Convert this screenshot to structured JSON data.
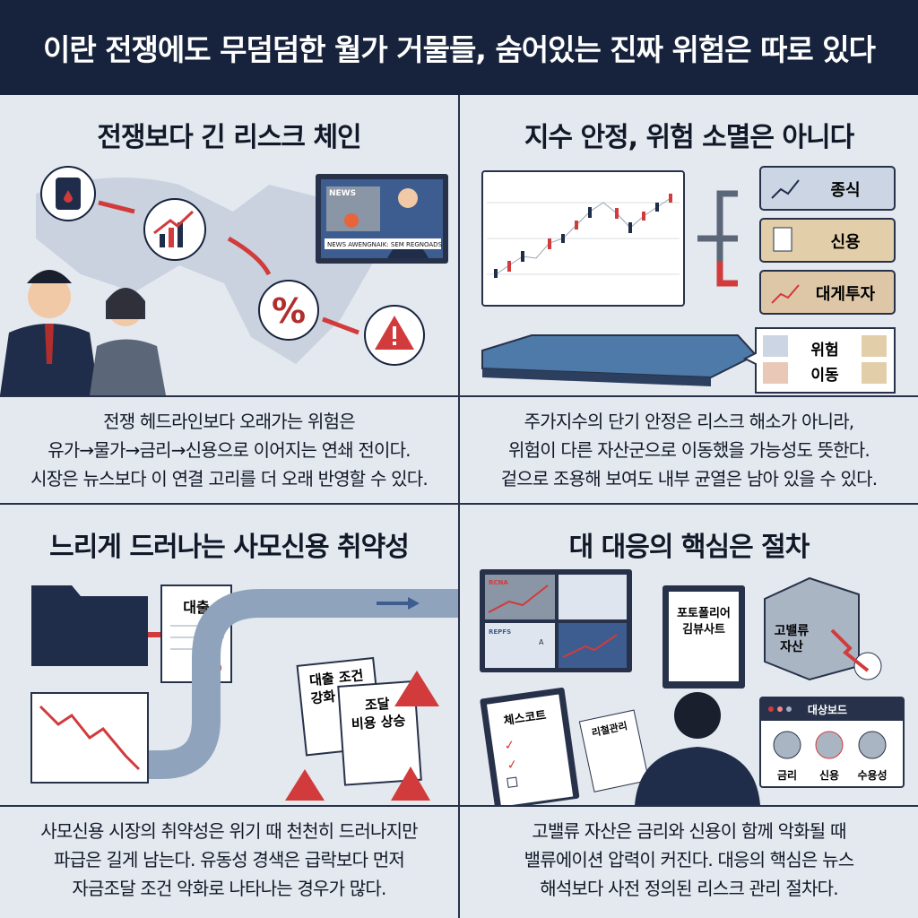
{
  "header": {
    "title": "이란 전쟁에도 무덤덤한 월가 거물들, 숨어있는 진짜 위험은 따로 있다"
  },
  "panels": [
    {
      "title": "전쟁보다 긴 리스크 체인",
      "news_badge": "NEWS",
      "news_ticker": "NEWS AWENGNAIK: SEM REGNOADS",
      "caption": [
        "전쟁 헤드라인보다 오래가는 위험은",
        "유가→물가→금리→신용으로 이어지는 연쇄 전이다.",
        "시장은 뉴스보다 이 연결 고리를 더 오래 반영할 수 있다."
      ],
      "icons": [
        "oil-barrel-icon",
        "rising-chart-icon",
        "percent-icon",
        "warning-icon"
      ]
    },
    {
      "title": "지수 안정, 위험 소멸은 아니다",
      "assets": [
        "종식",
        "신용",
        "대게투자"
      ],
      "shift_label": [
        "위험",
        "이동"
      ],
      "caption": [
        "주가지수의 단기 안정은 리스크 해소가 아니라,",
        "위험이 다른 자산군으로 이동했을 가능성도 뜻한다.",
        "겉으로 조용해 보여도 내부 균열은 남아 있을 수 있다."
      ]
    },
    {
      "title": "느리게 드러나는 사모신용 취약성",
      "doc_loan": "대출",
      "doc_terms": [
        "대출 조건",
        "강화"
      ],
      "doc_cost": [
        "조달",
        "비용 상승"
      ],
      "caption": [
        "사모신용 시장의 취약성은 위기 때 천천히 드러나지만",
        "파급은 길게 남는다. 유동성 경색은 급락보다 먼저",
        "자금조달 조건 악화로 나타나는 경우가 많다."
      ]
    },
    {
      "title": "대 대응의 핵심은 절차",
      "screen_labels": [
        "RCNA",
        "REPFS",
        "A"
      ],
      "portfolio": [
        "포토폴리어",
        "김뷰사트"
      ],
      "box": [
        "고밸류",
        "자산"
      ],
      "checklist": "체스코트",
      "sheet": "리철관리",
      "dashboard": {
        "title": "대상보드",
        "gauges": [
          "금리",
          "신용",
          "수용성"
        ]
      },
      "caption": [
        "고밸류 자산은 금리와 신용이 함께 악화될 때",
        "밸류에이션 압력이 커진다. 대응의 핵심은 뉴스",
        "해석보다 사전 정의된 리스크 관리 절차다."
      ]
    }
  ],
  "colors": {
    "navy": "#17233d",
    "red": "#d13b3b",
    "bg": "#e4e9f0",
    "steel": "#8fa4bc"
  }
}
